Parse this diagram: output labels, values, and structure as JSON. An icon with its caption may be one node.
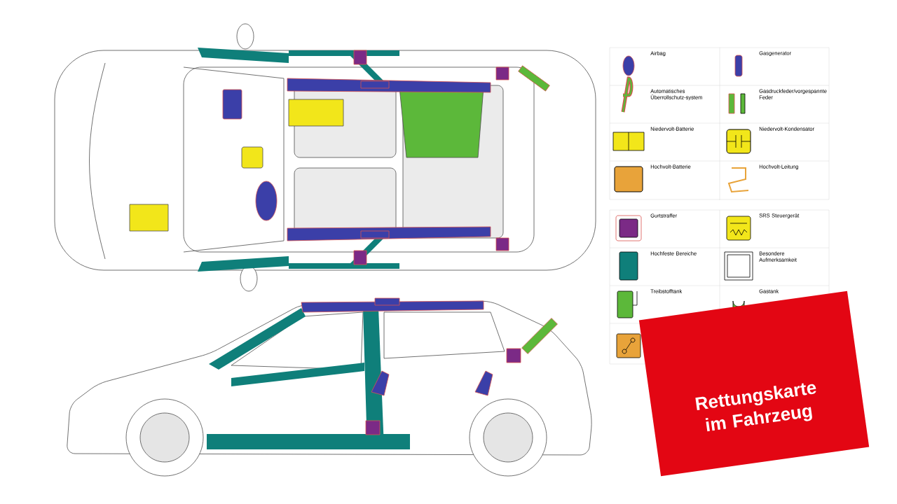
{
  "diagram": {
    "nodes": [
      {
        "text": [
          "Rettungskarte im Fahrzeug"
        ]
      }
    ],
    "legend": [
      {
        "text": "Airbag"
      },
      {
        "text": "Gasgenerator"
      },
      {
        "text": "Automatisches Überrollschutz-system"
      },
      {
        "text": "Gasdruckfeder/vorgespannte Feder"
      },
      {
        "text": "Niedervolt-Batterie"
      },
      {
        "text": "Niedervolt-Kondensator"
      },
      {
        "text": "Hochvolt-Batterie"
      },
      {
        "text": "Hochvolt-Leitung"
      },
      {
        "text": "Gurtstraffer"
      },
      {
        "text": "SRS Steuergerät"
      },
      {
        "text": "Hochfeste Bereiche"
      },
      {
        "text": "Besondere Aufmerksamkeit"
      },
      {
        "text": "Treibstofftank"
      },
      {
        "text": "Gastank"
      }
    ]
  }
}
